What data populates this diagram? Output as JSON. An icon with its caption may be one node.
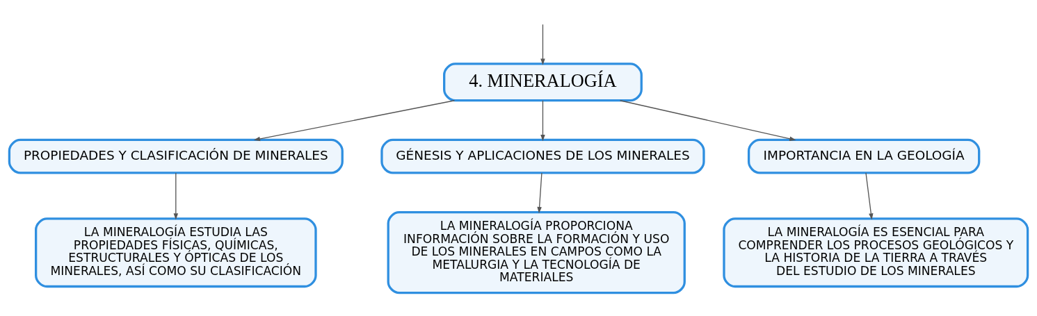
{
  "diagram": {
    "nodes": [
      {
        "text": [
          "4. MINERALOGÍA"
        ]
      },
      {
        "text": [
          "PROPIEDADES Y CLASIFICACIÓN DE MINERALES"
        ]
      },
      {
        "text": [
          "GÉNESIS Y APLICACIONES DE LOS MINERALES"
        ]
      },
      {
        "text": [
          "IMPORTANCIA EN LA GEOLOGÍA"
        ]
      },
      {
        "text": [
          "LA MINERALOGÍA ESTUDIA LAS PROPIEDADES FÍSICAS, QUÍMICAS, ESTRUCTURALES Y ÓPTICAS DE LOS MINERALES, ASÍ COMO SU CLASIFICACIÓN"
        ]
      },
      {
        "text": [
          "LA MINERALOGÍA PROPORCIONA INFORMACIÓN SOBRE LA FORMACIÓN Y USO DE LOS MINERALES EN CAMPOS COMO LA METALURGIA Y LA TECNOLOGÍA DE MATERIALES"
        ]
      },
      {
        "text": [
          "LA MINERALOGÍA ES ESENCIAL PARA COMPRENDER LOS PROCESOS GEOLÓGICOS Y LA HISTORIA DE LA TIERRA A TRAVÉS DEL ESTUDIO DE LOS MINERALES"
        ]
      }
    ],
    "edges": [
      {
        "from": null,
        "to": 0,
        "arrow": "to"
      },
      {
        "from": 0,
        "to": 1,
        "arrow": "to"
      },
      {
        "from": 0,
        "to": 2,
        "arrow": "to"
      },
      {
        "from": 0,
        "to": 3,
        "arrow": "to"
      },
      {
        "from": 1,
        "to": 4,
        "arrow": "to"
      },
      {
        "from": 2,
        "to": 5,
        "arrow": "to"
      },
      {
        "from": 3,
        "to": 6,
        "arrow": "to"
      }
    ]
  }
}
